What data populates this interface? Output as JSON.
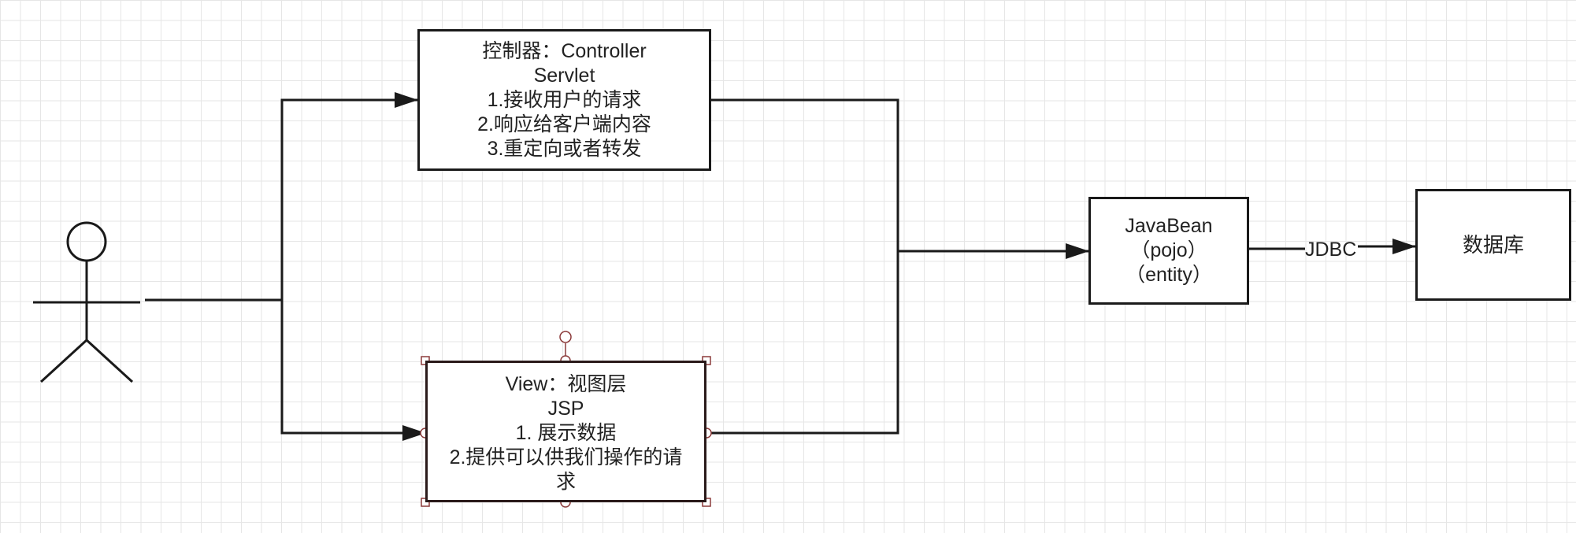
{
  "diagram": {
    "controller": {
      "lines": [
        "控制器：Controller",
        "Servlet",
        "1.接收用户的请求",
        "2.响应给客户端内容",
        "3.重定向或者转发"
      ]
    },
    "view": {
      "lines": [
        "View：视图层",
        "JSP",
        "1. 展示数据",
        "2.提供可以供我们操作的请",
        "求"
      ]
    },
    "javabean": {
      "lines": [
        "JavaBean",
        "（pojo）",
        "（entity）"
      ]
    },
    "jdbc": {
      "label": "JDBC"
    },
    "database": {
      "label": "数据库"
    },
    "colors": {
      "stroke": "#1a1a1a",
      "selection_handle": "#8b3a3a",
      "grid": "#e6e6e6"
    }
  }
}
